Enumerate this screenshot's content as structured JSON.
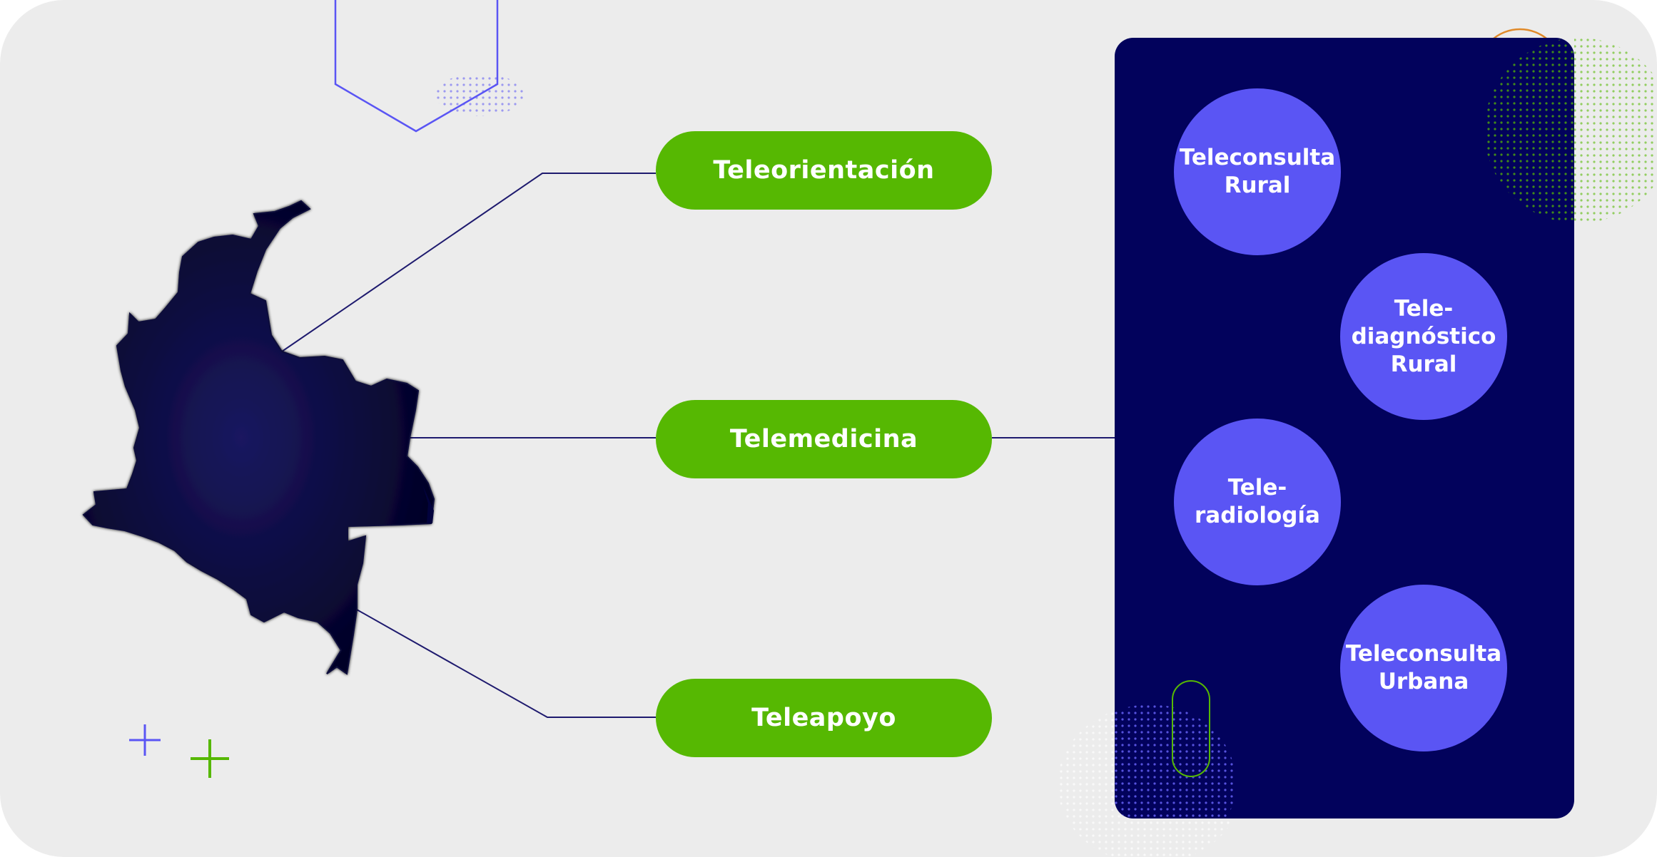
{
  "colors": {
    "background": "#ececec",
    "pill_green": "#56b802",
    "panel_navy": "#02025c",
    "circle_violet": "#5a55f4",
    "map_color": "#02023d",
    "connector_line": "#1e1a6e",
    "accent_orange": "#e08a2a",
    "accent_blue": "#5a55f4"
  },
  "map": {
    "icon": "colombia-map-icon"
  },
  "categories": [
    {
      "label": "Teleorientación"
    },
    {
      "label": "Telemedicina"
    },
    {
      "label": "Teleapoyo"
    }
  ],
  "services": [
    {
      "label": "Teleconsulta\nRural"
    },
    {
      "label": "Tele-\ndiagnóstico\nRural"
    },
    {
      "label": "Tele-\nradiología"
    },
    {
      "label": "Teleconsulta\nUrbana"
    }
  ]
}
